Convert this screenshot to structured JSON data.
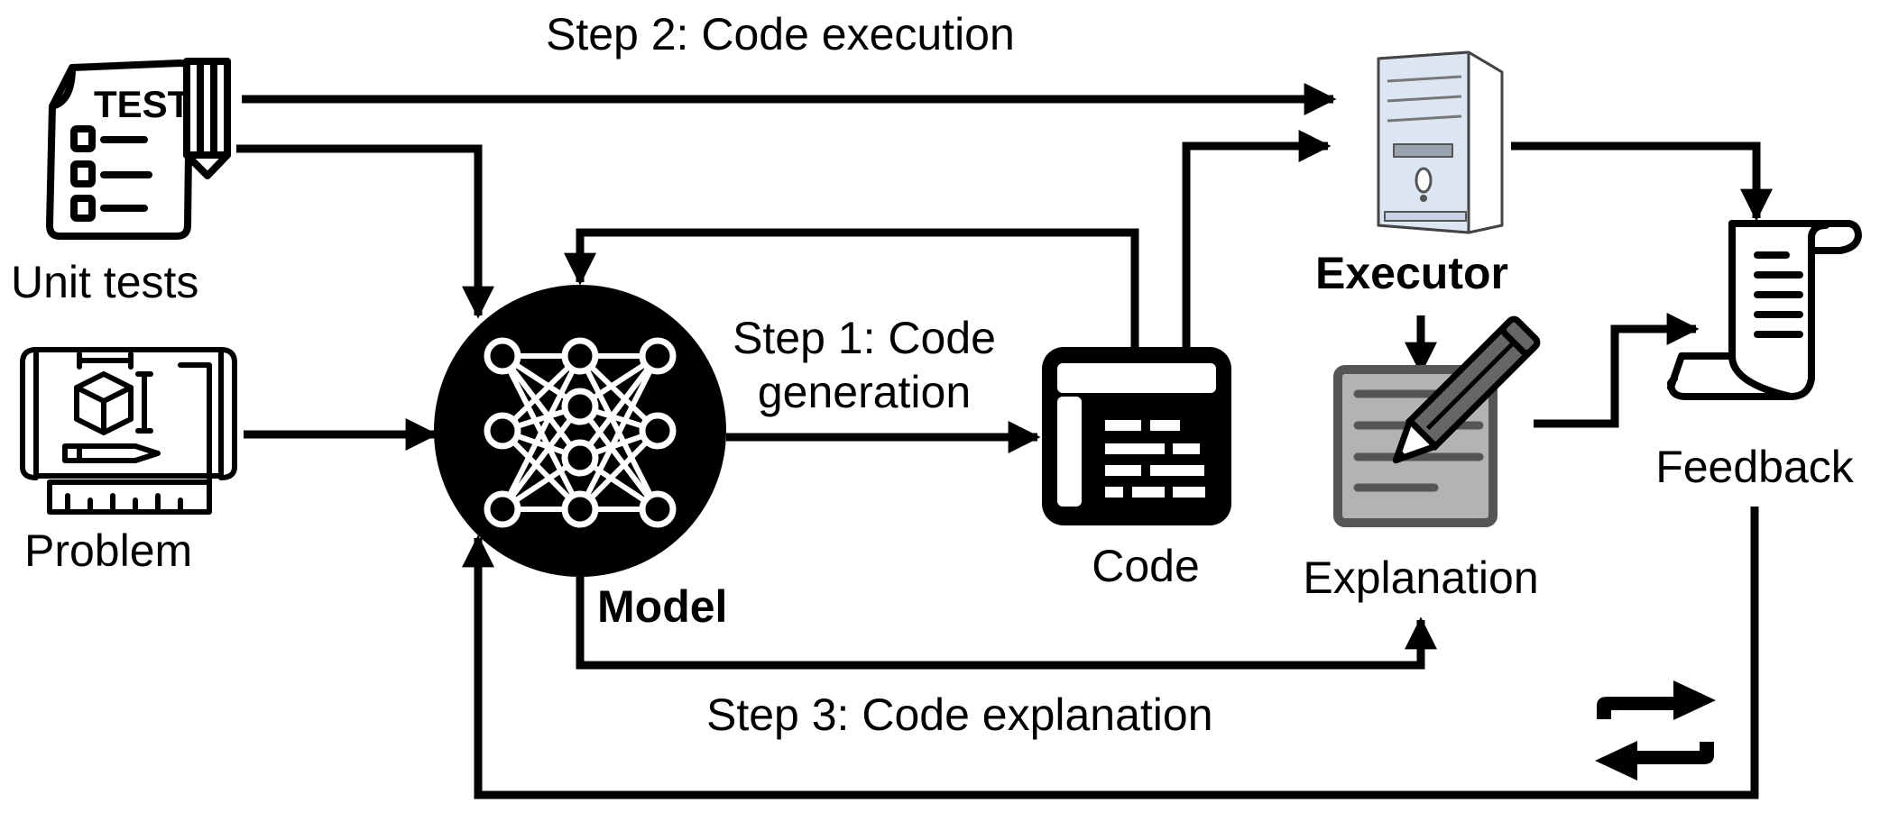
{
  "labels": {
    "unit_tests": "Unit tests",
    "problem": "Problem",
    "model": "Model",
    "code": "Code",
    "executor": "Executor",
    "explanation": "Explanation",
    "feedback": "Feedback",
    "test_sheet_text": "TEST"
  },
  "steps": {
    "step1_line1": "Step 1: Code",
    "step1_line2": "generation",
    "step2": "Step 2: Code execution",
    "step3": "Step 3: Code explanation"
  },
  "icons": {
    "unit_tests": "test-sheet-icon",
    "problem": "blueprint-icon",
    "model": "neural-network-icon",
    "code": "code-window-icon",
    "executor": "computer-tower-icon",
    "explanation": "document-pencil-icon",
    "feedback": "scroll-icon",
    "loop": "repeat-icon"
  },
  "colors": {
    "ink": "#000000",
    "explanation_fill": "#b3b3b3",
    "explanation_stroke": "#555555"
  }
}
